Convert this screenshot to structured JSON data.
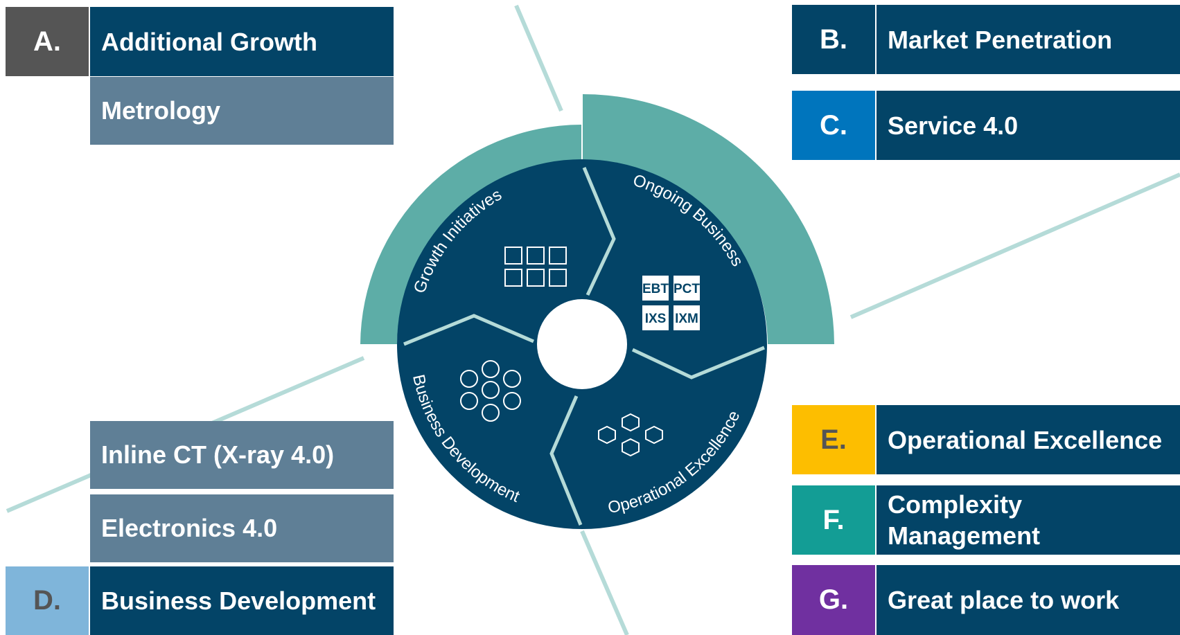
{
  "panels": {
    "a": {
      "letter": "A.",
      "title": "Additional Growth",
      "subs": [
        "Metrology"
      ]
    },
    "b": {
      "letter": "B.",
      "title": "Market Penetration"
    },
    "c": {
      "letter": "C.",
      "title": "Service 4.0"
    },
    "d": {
      "letter": "D.",
      "title": "Business Development",
      "subs": [
        "Inline CT (X-ray 4.0)",
        "Electronics 4.0"
      ]
    },
    "e": {
      "letter": "E.",
      "title": "Operational Excellence"
    },
    "f": {
      "letter": "F.",
      "title": "Complexity Management"
    },
    "g": {
      "letter": "G.",
      "title": "Great place to work"
    }
  },
  "wheel": {
    "segments": {
      "growth": "Growth Initiatives",
      "ongoing": "Ongoing Business",
      "bizdev": "Business Development",
      "opex": "Operational Excellence"
    },
    "tiles": [
      "EBT",
      "PCT",
      "IXS",
      "IXM"
    ]
  },
  "colors": {
    "navy": "#034467",
    "subtitle": "#5f7f96",
    "teal": "#5dada7",
    "line": "#b5dbd8",
    "a": "#555555",
    "b": "#034467",
    "c": "#0075bd",
    "d": "#7fb5da",
    "e": "#fdbe00",
    "f": "#139d95",
    "g": "#7030a0"
  }
}
